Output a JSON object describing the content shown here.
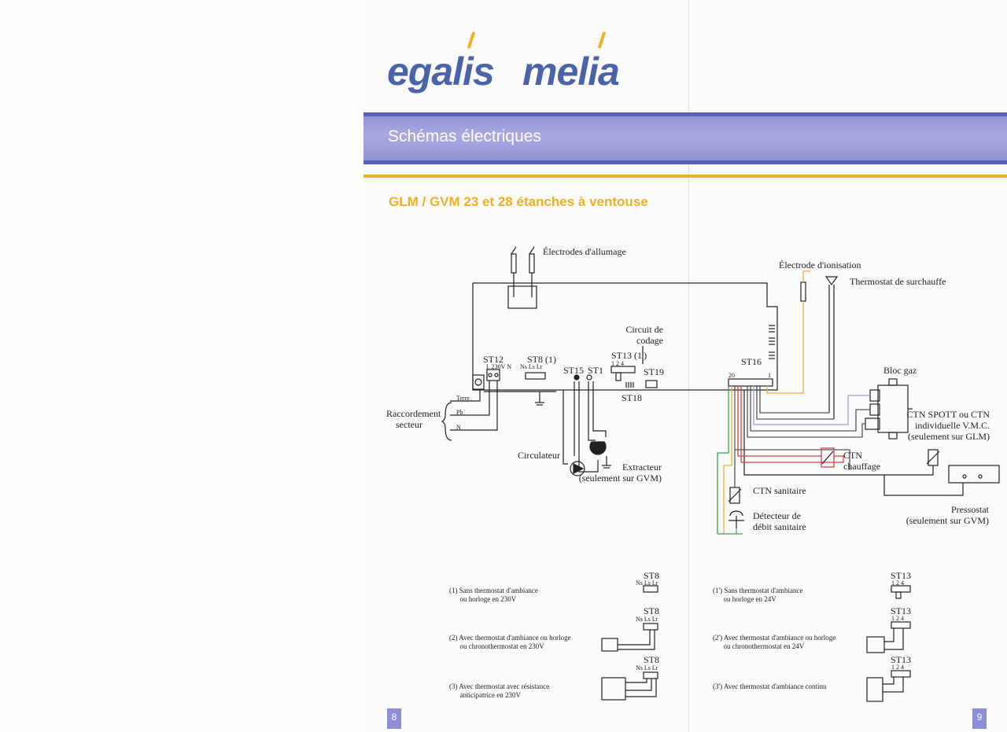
{
  "brand": {
    "logo_1": "egalis",
    "logo_2": "melia"
  },
  "header": {
    "title": "Schémas électriques"
  },
  "section": {
    "subtitle": "GLM / GVM 23 et 28 étanches à ventouse"
  },
  "diagram": {
    "electrodes_allumage": "Électrodes d'allumage",
    "electrode_ionisation": "Électrode d'ionisation",
    "thermostat_surchauffe": "Thermostat de surchauffe",
    "circuit_codage_1": "Circuit de",
    "circuit_codage_2": "codage",
    "st12": "ST12",
    "st12_pins": "L 230V  N",
    "st8": "ST8 (1)",
    "st8_pins": "Ns Ls Lr",
    "st15": "ST15",
    "st1": "ST1",
    "st13": "ST13 (1')",
    "st13_pins": "1 2 4",
    "st19": "ST19",
    "st18": "ST18",
    "st16": "ST16",
    "st16_pin20": "20",
    "st16_pin1": "1",
    "raccordement_1": "Raccordement",
    "raccordement_2": "secteur",
    "terre": "Terre",
    "ph": "Ph",
    "n": "N",
    "circulateur": "Circulateur",
    "extracteur_1": "Extracteur",
    "extracteur_2": "(seulement sur GVM)",
    "bloc_gaz": "Bloc gaz",
    "ctn_spott_1": "CTN SPOTT ou CTN",
    "ctn_spott_2": "individuelle V.M.C.",
    "ctn_spott_3": "(seulement sur GLM)",
    "ctn_chauffage_1": "CTN",
    "ctn_chauffage_2": "chauffage",
    "ctn_sanitaire": "CTN sanitaire",
    "detecteur_1": "Détecteur de",
    "detecteur_2": "débit sanitaire",
    "pressostat_1": "Pressostat",
    "pressostat_2": "(seulement sur GVM)"
  },
  "notes": {
    "n1_a": "(1)  Sans thermostat d'ambiance",
    "n1_b": "ou horloge en 230V",
    "n2_a": "(2)  Avec thermostat d'ambiance ou horloge",
    "n2_b": "ou chronothermostat en 230V",
    "n3_a": "(3)  Avec thermostat avec résistance",
    "n3_b": "anticipatrice en 230V",
    "n1p_a": "(1')  Sans thermostat d'ambiance",
    "n1p_b": "ou horloge en 24V",
    "n2p_a": "(2')  Avec thermostat d'ambiance ou horloge",
    "n2p_b": "ou chronothermostat en 24V",
    "n3p": "(3')  Avec thermostat d'ambiance continu",
    "st8_label": "ST8",
    "st8_pins": "Ns Ls Lr",
    "st13_label": "ST13",
    "st13_pins": "1 2 4"
  },
  "pages": {
    "left": "8",
    "right": "9"
  },
  "colors": {
    "band": "#8d8fd4",
    "band_edge": "#5a5db5",
    "accent_gold": "#f0b020",
    "logo_blue": "#4b63a8"
  }
}
